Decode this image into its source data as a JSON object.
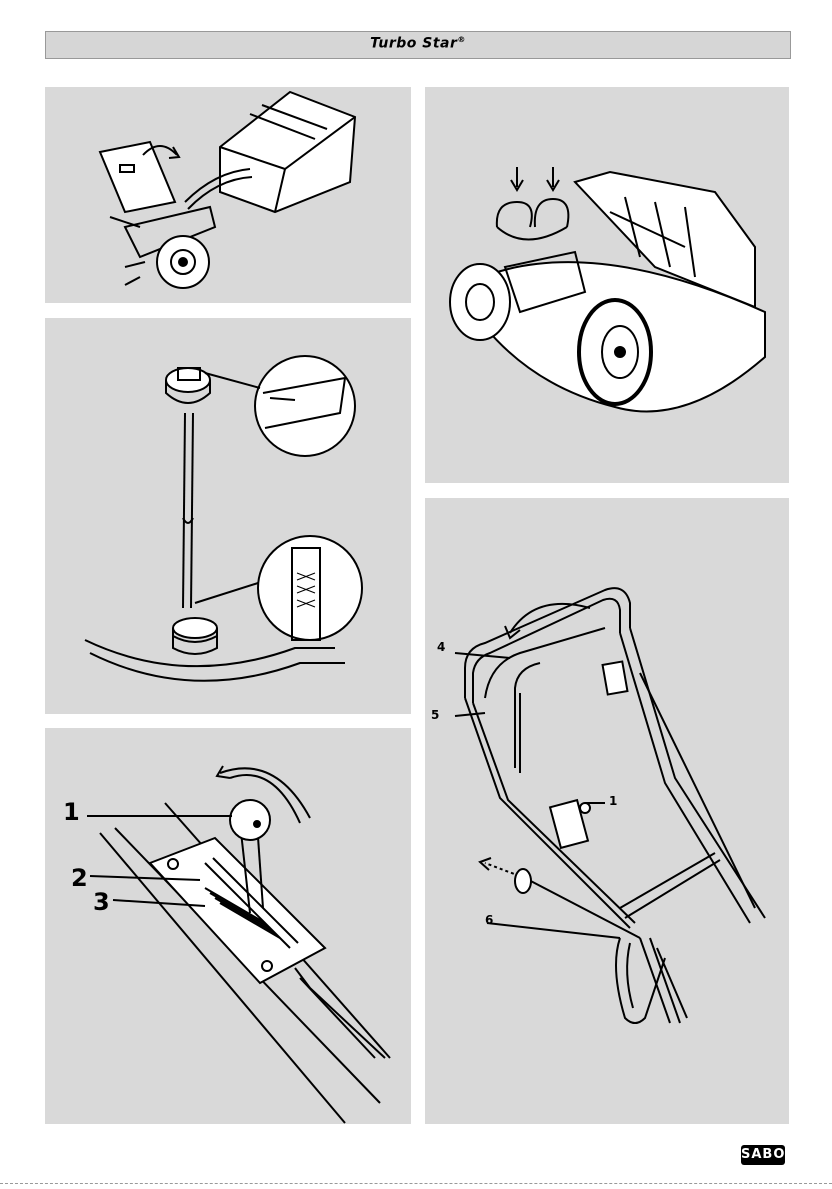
{
  "header": {
    "brand_logo": "Turbo Star",
    "registered_mark": "®"
  },
  "figures": {
    "panel_4": {
      "callouts": [
        "1",
        "4",
        "5",
        "6"
      ]
    },
    "panel_5": {
      "callouts": [
        "1",
        "2",
        "3"
      ]
    }
  },
  "footer": {
    "brand": "SABO"
  }
}
